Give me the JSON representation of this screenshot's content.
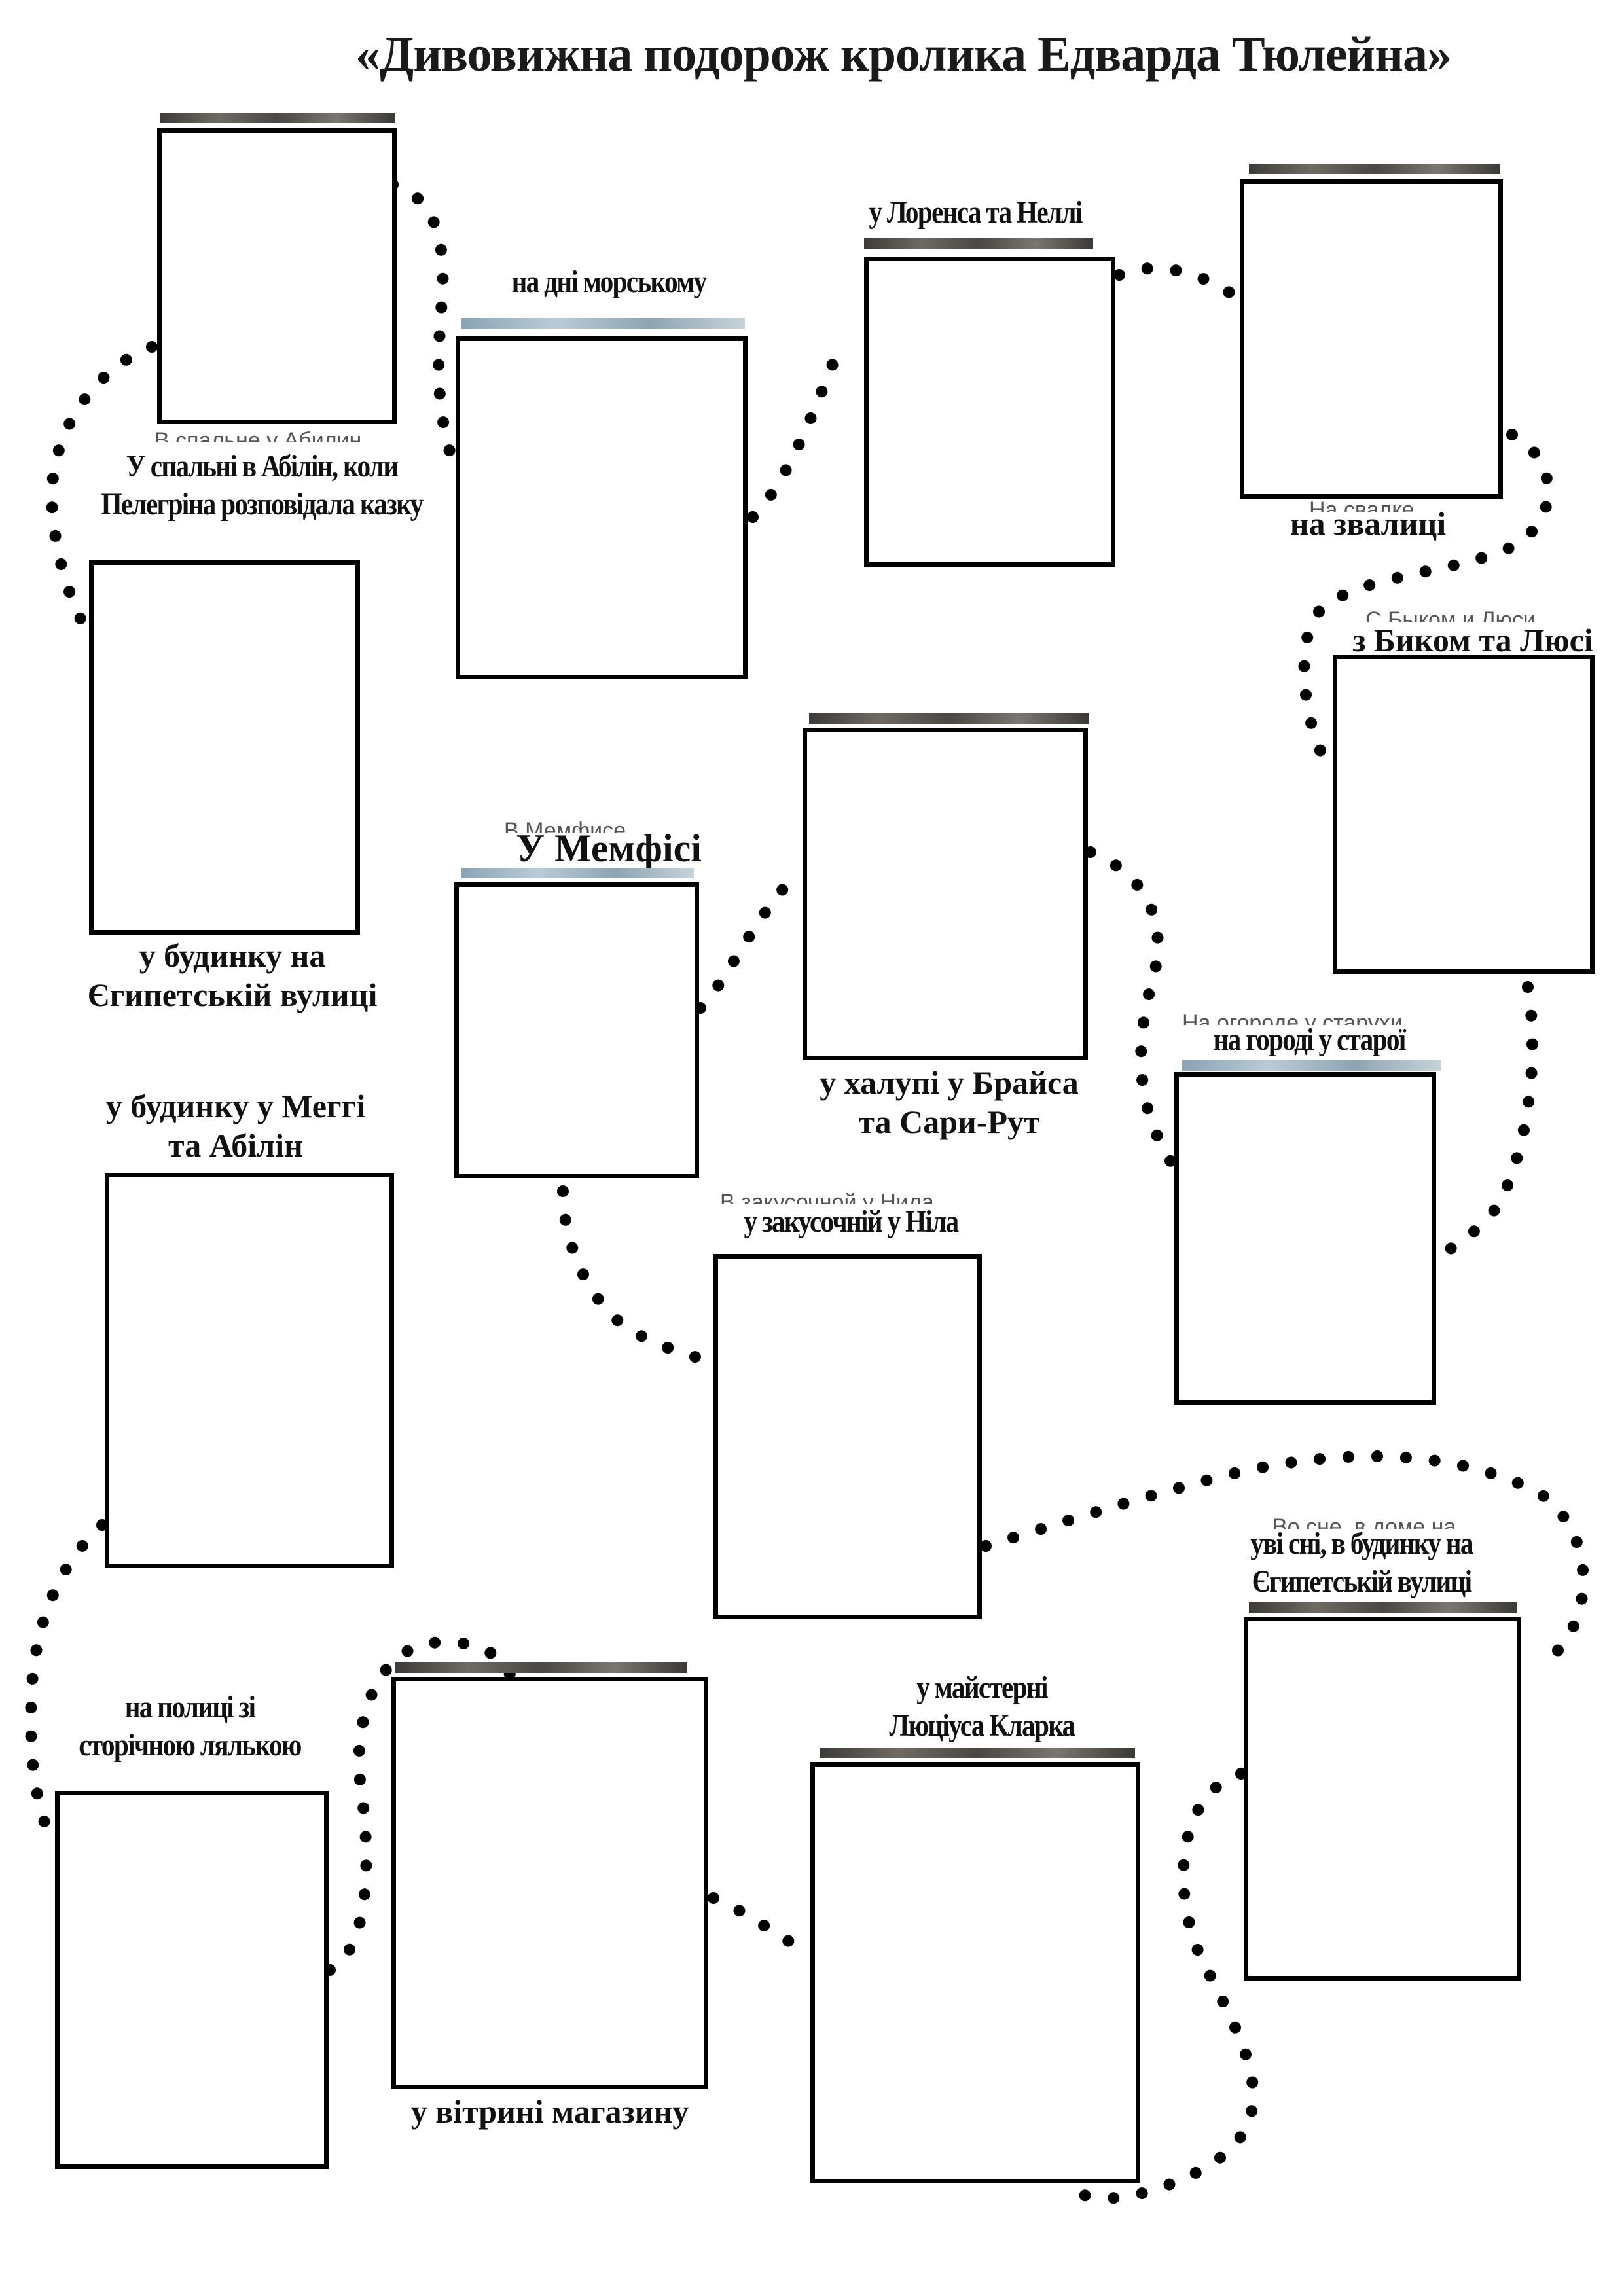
{
  "title": "«Дивовижна подорож кролика Едварда Тюлейна»",
  "captions": {
    "bedroom": "У спальні в Абілін, коли",
    "bedroom_line2": "Пелегріна розповідала казку",
    "seabed": "на дні морському",
    "lorens": "у Лоренса та Неллі",
    "dump": "на звалиці",
    "byk": "з Биком та Люсі",
    "egypt_house": "у будинку на",
    "egypt_house_line2": "Єгипетській вулиці",
    "memphis": "У Мемфісі",
    "hut": "у халупі у Брайса",
    "hut_line2": "та Сари-Рут",
    "garden": "на городі у старої",
    "maggie": "у будинку у Меггі",
    "maggie_line2": "та Абілін",
    "diner": "у закусочній у Ніла",
    "dream": "уві сні, в будинку на",
    "dream_line2": "Єгипетській вулиці",
    "shelf": "на полиці зі",
    "shelf_line2": "сторічною лялькою",
    "workshop": "у майстерні",
    "workshop_line2": "Люціуса Кларка",
    "shopwindow": "у вітрині магазину"
  },
  "ghost_text": {
    "bedroom": "В спальне у Абилин",
    "dump": "На свалке",
    "byk": "С Быком и Люси",
    "memphis": "В Мемфисе",
    "garden": "На огороде у старухи",
    "diner": "В закусочной у Нила",
    "dream": "Во сне, в доме на"
  },
  "colors": {
    "frame_border": "#000000",
    "dots": "#000000",
    "text": "#111111"
  }
}
